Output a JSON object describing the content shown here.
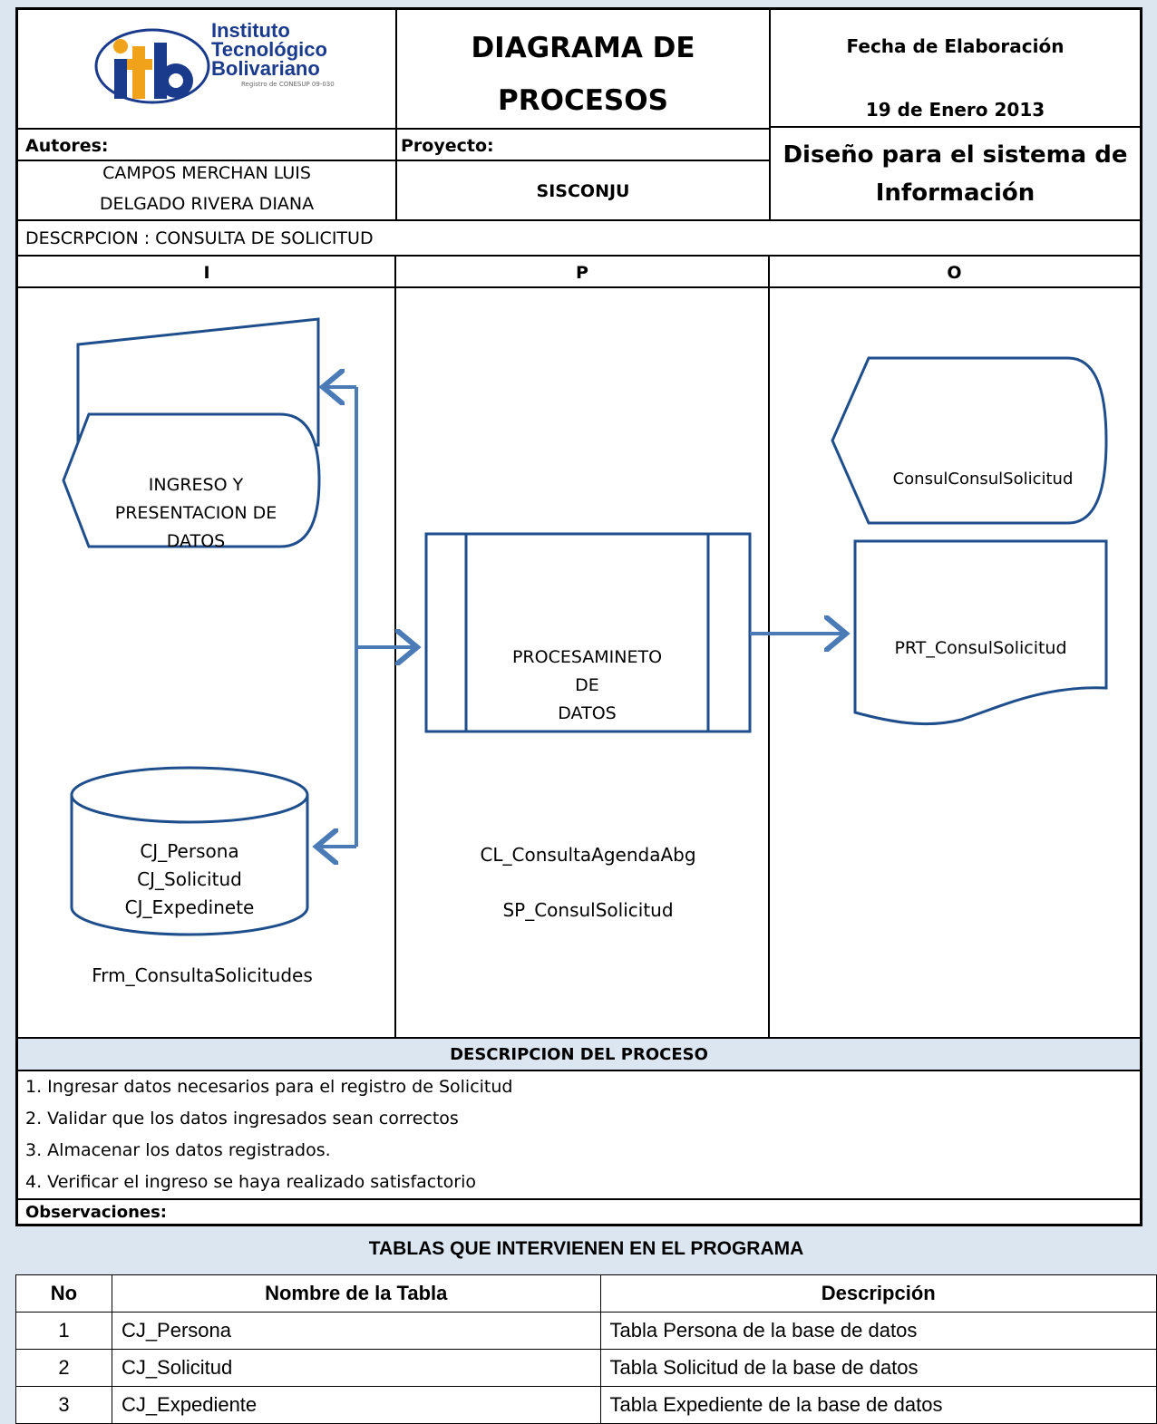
{
  "header": {
    "logo": {
      "initials": "itb",
      "line1": "Instituto",
      "line2": "Tecnológico",
      "line3": "Bolivariano",
      "registro": "Registro de CONESUP 09-030"
    },
    "title_line1": "DIAGRAMA DE",
    "title_line2": "PROCESOS",
    "fecha_label": "Fecha de Elaboración",
    "fecha_value": "19 de Enero 2013",
    "autores_label": "Autores:",
    "autor1": "CAMPOS MERCHAN LUIS",
    "autor2": "DELGADO RIVERA DIANA",
    "proyecto_label": "Proyecto:",
    "proyecto_value": "SISCONJU",
    "sistema_line1": "Diseño para el sistema de",
    "sistema_line2": "Información",
    "descripcion": "DESCRPCION :  CONSULTA DE SOLICITUD"
  },
  "columns": {
    "i": "I",
    "p": "P",
    "o": "O"
  },
  "diagram": {
    "input_display_line1": "INGRESO  Y",
    "input_display_line2": "PRESENTACION DE",
    "input_display_line3": "DATOS",
    "db_line1": "CJ_Persona",
    "db_line2": "CJ_Solicitud",
    "db_line3": "CJ_Expedinete",
    "form_name": "Frm_ConsultaSolicitudes",
    "process_line1": "PROCESAMINETO",
    "process_line2": "DE",
    "process_line3": "DATOS",
    "class_name": "CL_ConsultaAgendaAbg",
    "sp_name": "SP_ConsulSolicitud",
    "output_display": "ConsulConsulSolicitud",
    "output_doc": "PRT_ConsulSolicitud",
    "shape_color": "#1f4e8c",
    "arrow_color": "#4a7bb7"
  },
  "proceso": {
    "title": "DESCRIPCION DEL PROCESO",
    "steps": [
      "1.  Ingresar datos necesarios para el registro de Solicitud",
      "2.  Validar que los datos ingresados sean correctos",
      "3.  Almacenar los datos registrados.",
      "4.  Verificar el ingreso se haya realizado satisfactorio"
    ],
    "observaciones_label": "Observaciones:"
  },
  "tablas": {
    "title": "TABLAS QUE INTERVIENEN EN EL PROGRAMA",
    "headers": [
      "No",
      "Nombre de la Tabla",
      "Descripción"
    ],
    "rows": [
      [
        "1",
        "CJ_Persona",
        "Tabla Persona de la base de datos"
      ],
      [
        "2",
        "CJ_Solicitud",
        "Tabla Solicitud de la base de datos"
      ],
      [
        "3",
        "CJ_Expediente",
        "Tabla Expediente de la base de datos"
      ]
    ]
  }
}
